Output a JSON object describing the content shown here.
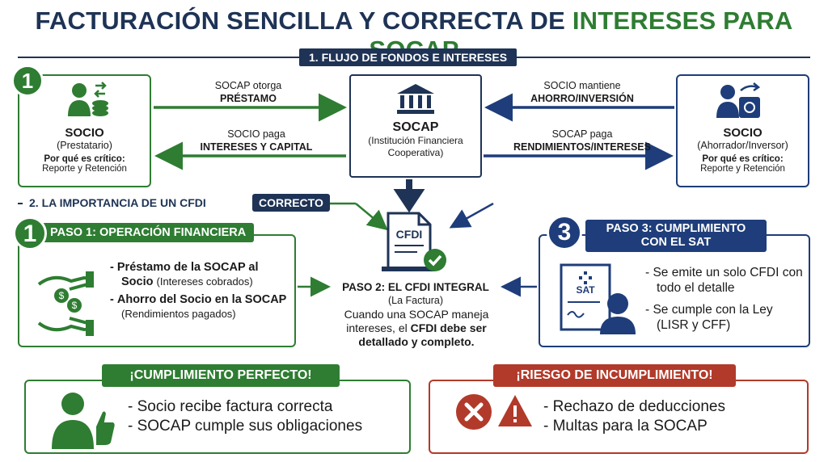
{
  "title": {
    "part1": "FACTURACIÓN SENCILLA Y CORRECTA DE ",
    "part2": "INTERESES PARA SOCAP"
  },
  "section1": {
    "label": "1. FLUJO DE FONDOS E INTERESES"
  },
  "socio_left": {
    "badge": "1",
    "name": "SOCIO",
    "role": "(Prestatario)",
    "crit_label": "Por qué es crítico:",
    "crit_text": "Reporte y Retención"
  },
  "socio_right": {
    "name": "SOCIO",
    "role": "(Ahorrador/Inversor)",
    "crit_label": "Por qué es crítico:",
    "crit_text": "Reporte y Retención"
  },
  "socap": {
    "name": "SOCAP",
    "sub": "(Institución Financiera Cooperativa)"
  },
  "arrows": {
    "otorga_1": "SOCAP otorga",
    "otorga_2": "PRÉSTAMO",
    "paga_1": "SOCIO paga",
    "paga_2": "INTERESES Y CAPITAL",
    "mantiene_1": "SOCIO mantiene",
    "mantiene_2": "AHORRO/INVERSIÓN",
    "socap_paga_1": "SOCAP paga",
    "socap_paga_2": "RENDIMIENTOS/INTERESES"
  },
  "section2": {
    "label": "2. LA IMPORTANCIA DE UN CFDI",
    "pill": "CORRECTO"
  },
  "paso1": {
    "badge": "1",
    "head": "PASO 1: OPERACIÓN FINANCIERA",
    "item1_dash": "-",
    "item1_bold": "Préstamo de la SOCAP al Socio",
    "item1_soft": "(Intereses cobrados)",
    "item2_dash": "-",
    "item2_bold": "Ahorro del Socio en la SOCAP",
    "item2_soft": "(Rendimientos pagados)"
  },
  "cfdi": {
    "doc_label": "CFDI",
    "title": "PASO 2: EL CFDI INTEGRAL",
    "sub": "(La Factura)",
    "desc1": "Cuando una SOCAP maneja intereses, el ",
    "desc_bold": "CFDI debe ser detallado y completo."
  },
  "paso3": {
    "badge": "3",
    "head1": "PASO 3: CUMPLIMIENTO",
    "head2": "CON EL SAT",
    "sat_label": "SAT",
    "item1": "- Se emite un solo CFDI con todo el detalle",
    "item2": "- Se cumple con la Ley (LISR y CFF)"
  },
  "ok": {
    "head": "¡CUMPLIMIENTO PERFECTO!",
    "item1": "- Socio recibe factura correcta",
    "item2": "- SOCAP cumple sus obligaciones"
  },
  "risk": {
    "head": "¡RIESGO DE INCUMPLIMIENTO!",
    "item1": "- Rechazo de deducciones",
    "item2": "- Multas para la SOCAP"
  },
  "colors": {
    "navy": "#1e3355",
    "blue": "#1e3d7a",
    "green": "#2e7d32",
    "red": "#b23a2a"
  }
}
